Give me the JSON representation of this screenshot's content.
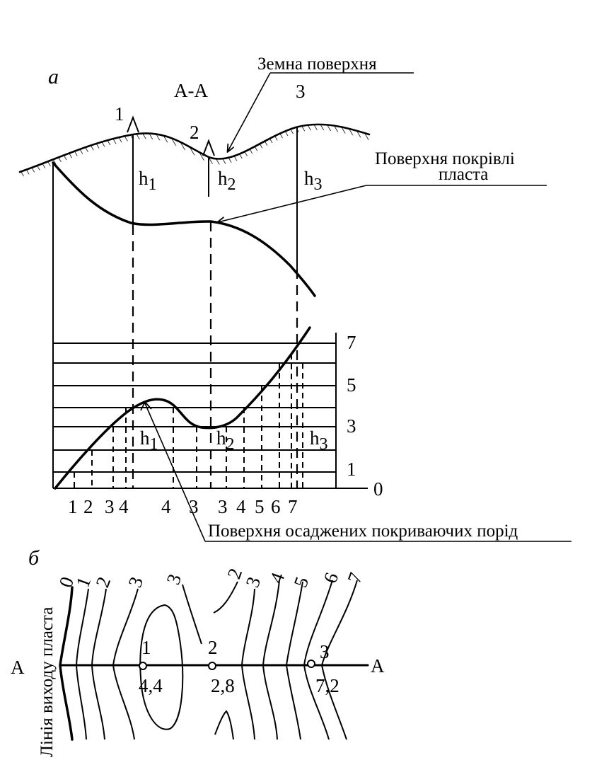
{
  "panel_a": {
    "label": "а",
    "section_title": "А-А",
    "wells": [
      {
        "id": "1",
        "depth_label": "h",
        "depth_sub": "1"
      },
      {
        "id": "2",
        "depth_label": "h",
        "depth_sub": "2"
      },
      {
        "id": "3",
        "depth_label": "h",
        "depth_sub": "3"
      }
    ],
    "callout_ground": "Земна  поверхня",
    "callout_roof_line1": "Поверхня покрівлі",
    "callout_roof_line2": "пласта",
    "callout_deposits": "Поверхня осаджених покриваючих порід",
    "scale_labels": [
      "7",
      "5",
      "3",
      "1",
      "0"
    ],
    "bottom_ticks": [
      "1",
      "2",
      "3",
      "4",
      "4",
      "3",
      "3",
      "4",
      "5",
      "6",
      "7"
    ]
  },
  "panel_b": {
    "label": "б",
    "vertical_label": "Лінія виходу пласта",
    "section_left": "А",
    "section_right": "А",
    "contour_labels": [
      "0",
      "1",
      "2",
      "3",
      "3",
      "2",
      "3",
      "4",
      "5",
      "6",
      "7"
    ],
    "points": [
      {
        "id": "1",
        "value": "4,4"
      },
      {
        "id": "2",
        "value": "2,8"
      },
      {
        "id": "3",
        "value": "7,2"
      }
    ]
  }
}
